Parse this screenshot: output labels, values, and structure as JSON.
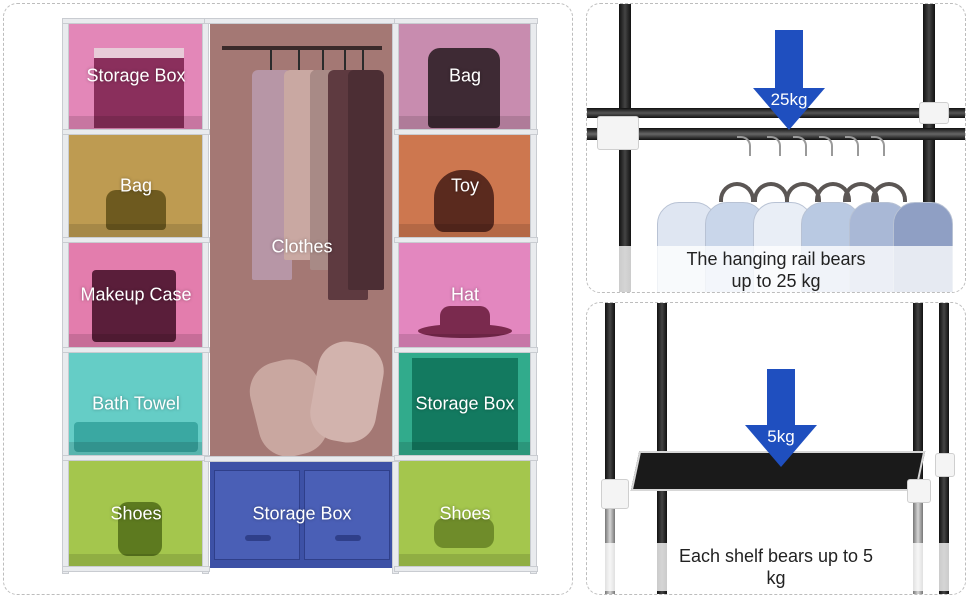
{
  "wardrobe": {
    "left_column": [
      {
        "label": "Storage Box",
        "color": "#e07ab0"
      },
      {
        "label": "Bag",
        "color": "#b7903e"
      },
      {
        "label": "Makeup Case",
        "color": "#e06fa4"
      },
      {
        "label": "Bath Towel",
        "color": "#54c8c0"
      },
      {
        "label": "Shoes",
        "color": "#9ac03a"
      }
    ],
    "center": {
      "top_label": "Clothes",
      "top_color": "#94605c",
      "bottom_label": "Storage Box",
      "bottom_color": "#3d51a6"
    },
    "right_column": [
      {
        "label": "Bag",
        "color": "#c27fa6"
      },
      {
        "label": "Toy",
        "color": "#c8683c"
      },
      {
        "label": "Hat",
        "color": "#e07ab8"
      },
      {
        "label": "Storage Box",
        "color": "#1fa482"
      },
      {
        "label": "Shoes",
        "color": "#9ac03a"
      }
    ]
  },
  "rail_panel": {
    "weight_label": "25kg",
    "caption_line1": "The hanging rail bears",
    "caption_line2": "up to 25 kg",
    "arrow_color": "#1f4fbf"
  },
  "shelf_panel": {
    "weight_label": "5kg",
    "caption_line1": "Each shelf bears up to 5",
    "caption_line2": "kg",
    "arrow_color": "#1f4fbf"
  }
}
